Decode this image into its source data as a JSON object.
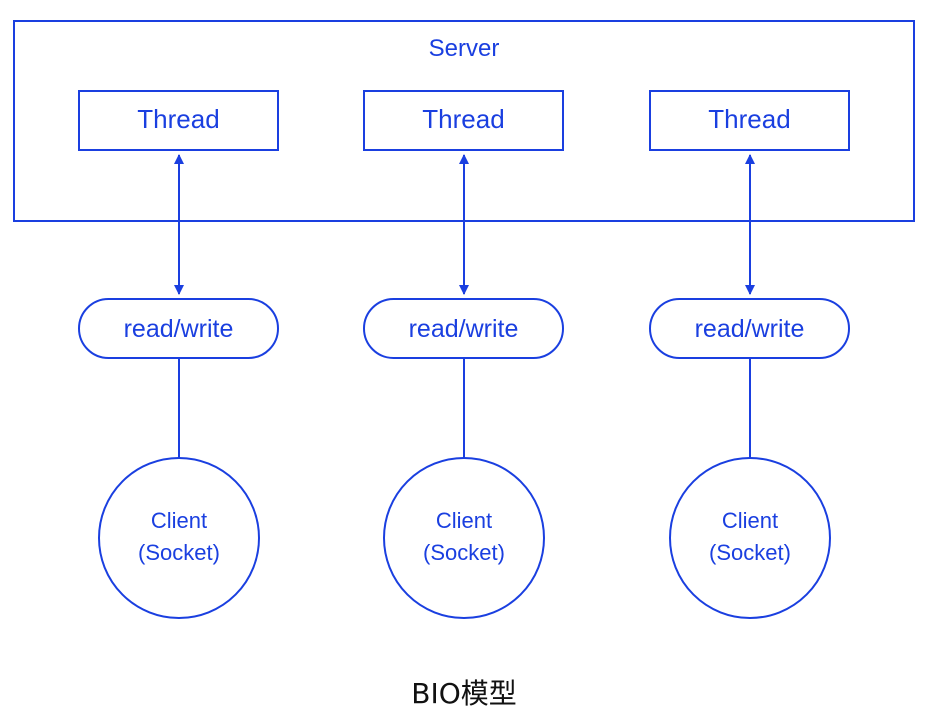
{
  "server": {
    "label": "Server",
    "threads": [
      "Thread",
      "Thread",
      "Thread"
    ]
  },
  "channels": [
    "read/write",
    "read/write",
    "read/write"
  ],
  "clients": [
    {
      "line1": "Client",
      "line2": "(Socket)"
    },
    {
      "line1": "Client",
      "line2": "(Socket)"
    },
    {
      "line1": "Client",
      "line2": "(Socket)"
    }
  ],
  "caption": "BIO模型",
  "colors": {
    "stroke": "#1a3fe0",
    "text": "#1a3fe0",
    "caption": "#111111"
  }
}
